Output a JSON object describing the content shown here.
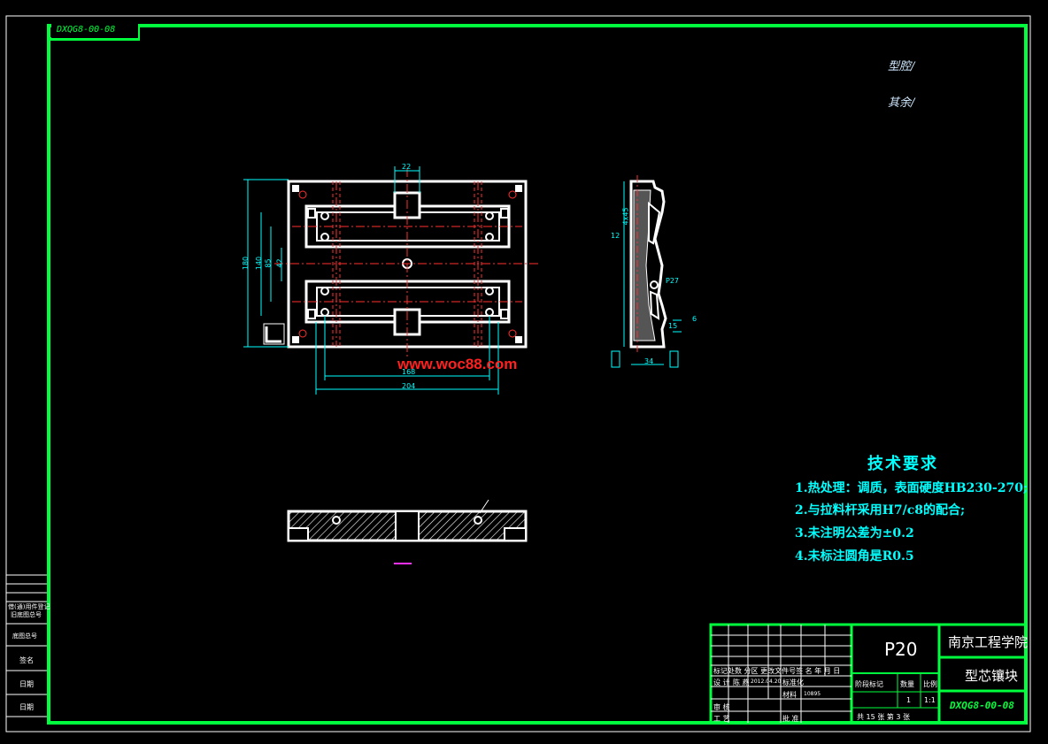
{
  "drawing_code_tag": "DXQG8-00-08",
  "surface_roughness": [
    "型腔/",
    "其余/"
  ],
  "watermark": "www.woc88.com",
  "tech_requirements": {
    "title": "技术要求",
    "items": [
      "1.热处理：调质，表面硬度HB230-270;",
      "2.与拉料杆采用H7/c8的配合;",
      "3.未注明公差为±0.2",
      "4.未标注圆角是R0.5"
    ]
  },
  "title_block": {
    "part_no": "P20",
    "school": "南京工程学院",
    "part_name": "型芯镶块",
    "drawing_code": "DXQG8-00-08",
    "header_row": "标记处数  分区  更改文件号签 名 年 月 日",
    "design_label": "设 计",
    "design_name": "陈 燕",
    "design_date": "2012.04.20",
    "standardization_label": "标准化",
    "review_label": "审 核",
    "process_label": "工 艺",
    "approve_label": "批 准",
    "material_label": "材料",
    "material_value": "10895",
    "stage_label": "阶段标记",
    "weight_label": "数量",
    "scale_label": "比例",
    "quantity": "1",
    "scale": "1:1",
    "sheets": "共 15 张   第 3 张"
  },
  "side_strip": [
    "借(通)用件登记",
    "旧底图总号",
    "底图总号",
    "签名",
    "日期",
    "日期"
  ],
  "dimensions": {
    "top_width": "22",
    "left_overall": "180",
    "left_inner": "140",
    "left_small": "85",
    "left_tiny": "42",
    "bottom_inner": "168",
    "bottom_outer": "204",
    "side_h1": "4x45",
    "side_12": "12",
    "side_p": "P27",
    "side_6": "6",
    "side_15": "15",
    "side_34": "34"
  },
  "colors": {
    "frame": "#00ff3c",
    "part_outline": "#ffffff",
    "dimension": "#00ffff",
    "center_line": "#ff3030",
    "hidden_line": "#ff3030",
    "requirements": "#00ffff",
    "watermark": "#ff2020"
  }
}
